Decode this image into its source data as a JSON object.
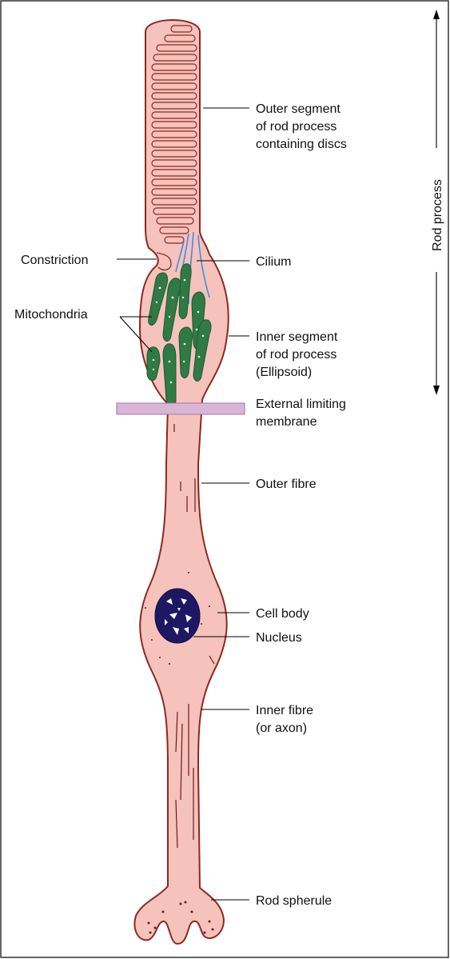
{
  "labels": {
    "outer_segment": [
      "Outer segment",
      "of rod process",
      "containing discs"
    ],
    "constriction": "Constriction",
    "cilium": "Cilium",
    "mitochondria": "Mitochondria",
    "inner_segment": [
      "Inner segment",
      "of rod process",
      "(Ellipsoid)"
    ],
    "external_limiting_membrane": [
      "External limiting",
      "membrane"
    ],
    "outer_fibre": "Outer fibre",
    "cell_body": "Cell body",
    "nucleus": "Nucleus",
    "inner_fibre": [
      "Inner fibre",
      "(or axon)"
    ],
    "rod_spherule": "Rod spherule",
    "rod_process": "Rod process"
  },
  "colors": {
    "cell_fill": "#f6c2bc",
    "cell_outline": "#8a2a20",
    "mitochondria": "#2f7a45",
    "cilium": "#3b8ee0",
    "membrane": "#d9b6d6",
    "nucleus": "#1c1864"
  }
}
